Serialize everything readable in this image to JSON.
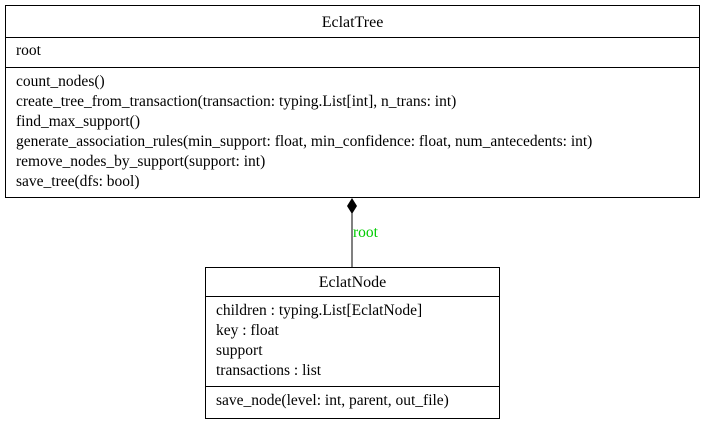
{
  "classes": {
    "tree": {
      "name": "EclatTree",
      "attributes": [
        "root"
      ],
      "methods": [
        "count_nodes()",
        "create_tree_from_transaction(transaction: typing.List[int], n_trans: int)",
        "find_max_support()",
        "generate_association_rules(min_support: float, min_confidence: float, num_antecedents: int)",
        "remove_nodes_by_support(support: int)",
        "save_tree(dfs: bool)"
      ]
    },
    "node": {
      "name": "EclatNode",
      "attributes": [
        "children : typing.List[EclatNode]",
        "key : float",
        "support",
        "transactions : list"
      ],
      "methods": [
        "save_node(level: int, parent, out_file)"
      ]
    }
  },
  "relation": {
    "type": "composition",
    "role": "root",
    "role_color": "#00cc00"
  }
}
